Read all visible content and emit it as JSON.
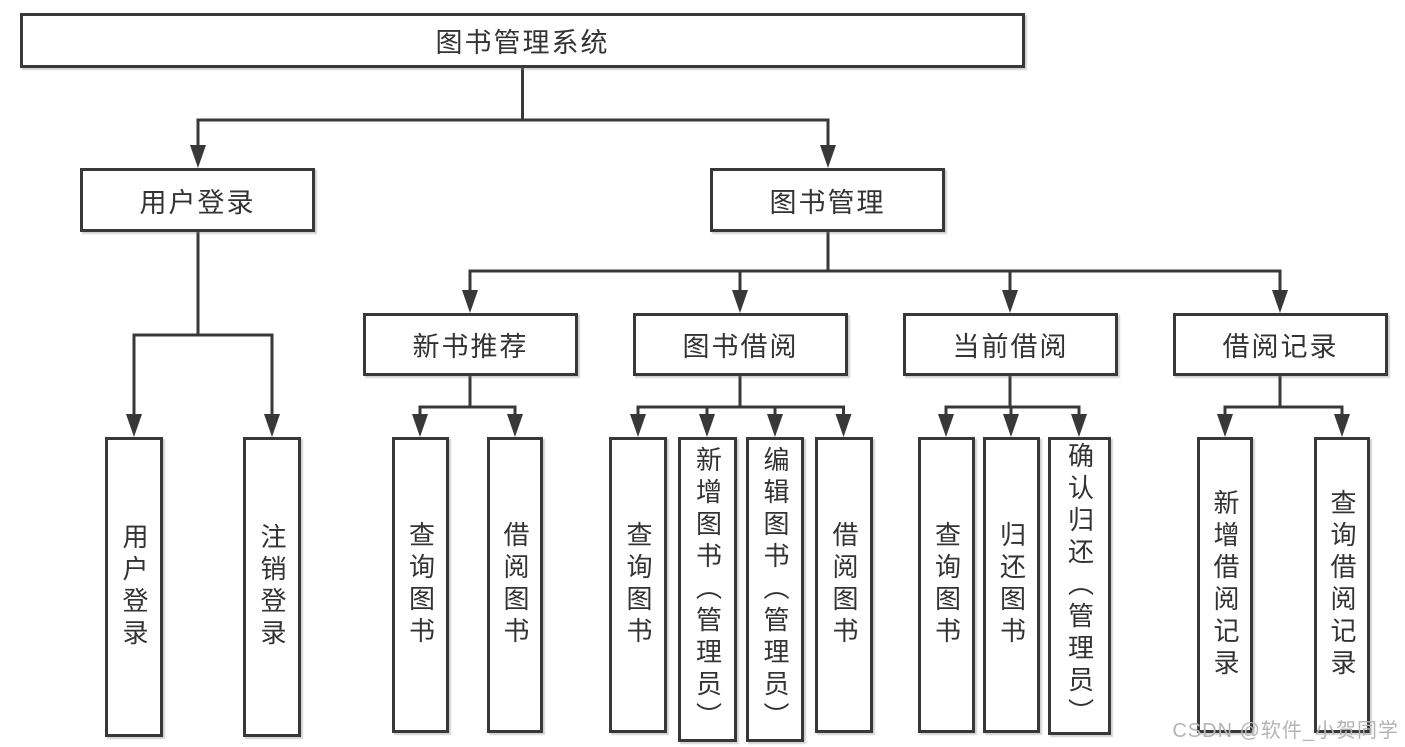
{
  "colors": {
    "line": "#383838",
    "box_border": "#383838",
    "box_background": "#ffffff",
    "text": "#333333",
    "watermark": "#b4b4b4"
  },
  "watermark": "CSDN @软件_小贺同学",
  "tree": {
    "label": "图书管理系统",
    "children": [
      {
        "label": "用户登录",
        "children": [
          {
            "label": "用户登录"
          },
          {
            "label": "注销登录"
          }
        ]
      },
      {
        "label": "图书管理",
        "children": [
          {
            "label": "新书推荐",
            "children": [
              {
                "label": "查询图书"
              },
              {
                "label": "借阅图书"
              }
            ]
          },
          {
            "label": "图书借阅",
            "children": [
              {
                "label": "查询图书"
              },
              {
                "label": "新增图书（管理员）"
              },
              {
                "label": "编辑图书（管理员）"
              },
              {
                "label": "借阅图书"
              }
            ]
          },
          {
            "label": "当前借阅",
            "children": [
              {
                "label": "查询图书"
              },
              {
                "label": "归还图书"
              },
              {
                "label": "确认归还（管理员）"
              }
            ]
          },
          {
            "label": "借阅记录",
            "children": [
              {
                "label": "新增借阅记录"
              },
              {
                "label": "查询借阅记录"
              }
            ]
          }
        ]
      }
    ]
  }
}
